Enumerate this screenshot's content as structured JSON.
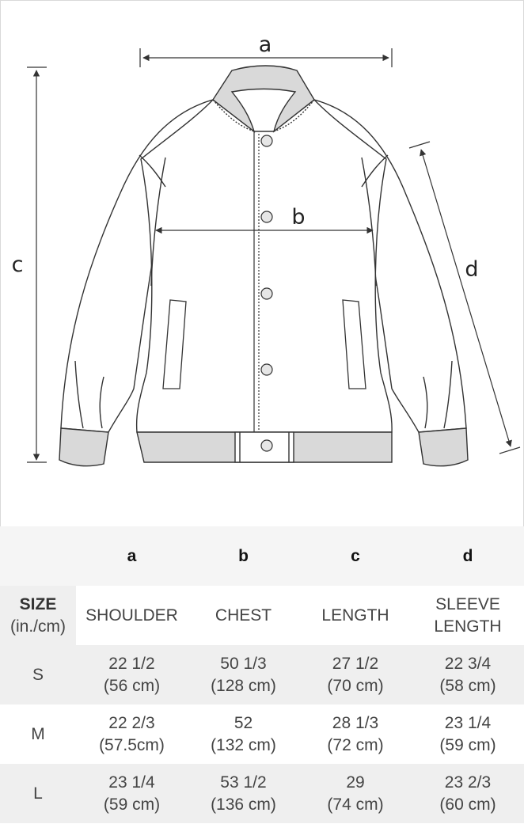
{
  "diagram": {
    "labels": {
      "a": "a",
      "b": "b",
      "c": "c",
      "d": "d"
    },
    "colors": {
      "line": "#333333",
      "fill_gray": "#d9d9d9",
      "fill_white": "#ffffff",
      "button": "#e6e6e6"
    }
  },
  "table": {
    "header": [
      "",
      "a",
      "b",
      "c",
      "d"
    ],
    "size_label": {
      "title": "SIZE",
      "units": "(in./cm)"
    },
    "measure_names": [
      "SHOULDER",
      "CHEST",
      "LENGTH",
      "SLEEVE\nLENGTH"
    ],
    "rows": [
      {
        "size": "S",
        "values": [
          "22 1/2\n(56 cm)",
          "50 1/3\n(128 cm)",
          "27 1/2\n(70 cm)",
          "22 3/4\n(58 cm)"
        ]
      },
      {
        "size": "M",
        "values": [
          "22 2/3\n(57.5cm)",
          "52\n(132 cm)",
          "28 1/3\n(72 cm)",
          "23 1/4\n(59 cm)"
        ]
      },
      {
        "size": "L",
        "values": [
          "23 1/4\n(59 cm)",
          "53 1/2\n(136 cm)",
          "29\n(74 cm)",
          "23 2/3\n(60 cm)"
        ]
      }
    ]
  }
}
